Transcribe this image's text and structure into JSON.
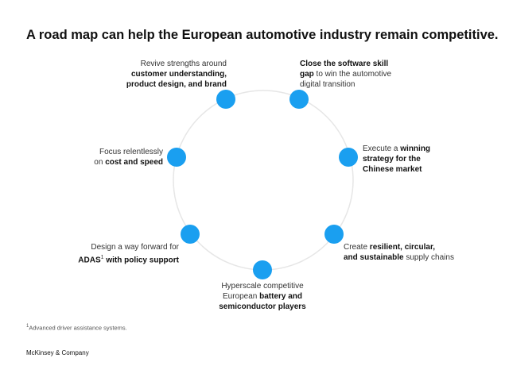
{
  "title": "A road map can help the European automotive industry remain competitive.",
  "colors": {
    "node": "#1a9ff0",
    "ring": "#e6e6e6"
  },
  "nodes": [
    {
      "lines": [
        [
          {
            "t": "Revive strengths around",
            "b": false
          }
        ],
        [
          {
            "t": "customer understanding,",
            "b": true
          }
        ],
        [
          {
            "t": "product design, and brand",
            "b": true
          }
        ]
      ]
    },
    {
      "lines": [
        [
          {
            "t": "Close the software skill",
            "b": true
          }
        ],
        [
          {
            "t": "gap",
            "b": true
          },
          {
            "t": " to win the automotive",
            "b": false
          }
        ],
        [
          {
            "t": "digital transition",
            "b": false
          }
        ]
      ]
    },
    {
      "lines": [
        [
          {
            "t": "Execute a ",
            "b": false
          },
          {
            "t": "winning",
            "b": true
          }
        ],
        [
          {
            "t": "strategy for the",
            "b": true
          }
        ],
        [
          {
            "t": "Chinese market",
            "b": true
          }
        ]
      ]
    },
    {
      "lines": [
        [
          {
            "t": "Create ",
            "b": false
          },
          {
            "t": "resilient, circular,",
            "b": true
          }
        ],
        [
          {
            "t": "and sustainable",
            "b": true
          },
          {
            "t": " supply chains",
            "b": false
          }
        ]
      ]
    },
    {
      "lines": [
        [
          {
            "t": "Hyperscale competitive",
            "b": false
          }
        ],
        [
          {
            "t": "European ",
            "b": false
          },
          {
            "t": "battery and",
            "b": true
          }
        ],
        [
          {
            "t": "semiconductor players",
            "b": true
          }
        ]
      ]
    },
    {
      "lines": [
        [
          {
            "t": "Design a way forward for",
            "b": false
          }
        ],
        [
          {
            "t": "ADAS",
            "b": true
          },
          {
            "t": "1",
            "b": true,
            "sup": true
          },
          {
            "t": " with policy support",
            "b": true
          }
        ]
      ]
    },
    {
      "lines": [
        [
          {
            "t": "Focus relentlessly",
            "b": false
          }
        ],
        [
          {
            "t": "on ",
            "b": false
          },
          {
            "t": "cost and speed",
            "b": true
          }
        ]
      ]
    }
  ],
  "footnote": {
    "marker": "1",
    "text": "Advanced driver assistance systems."
  },
  "brand": "McKinsey & Company"
}
